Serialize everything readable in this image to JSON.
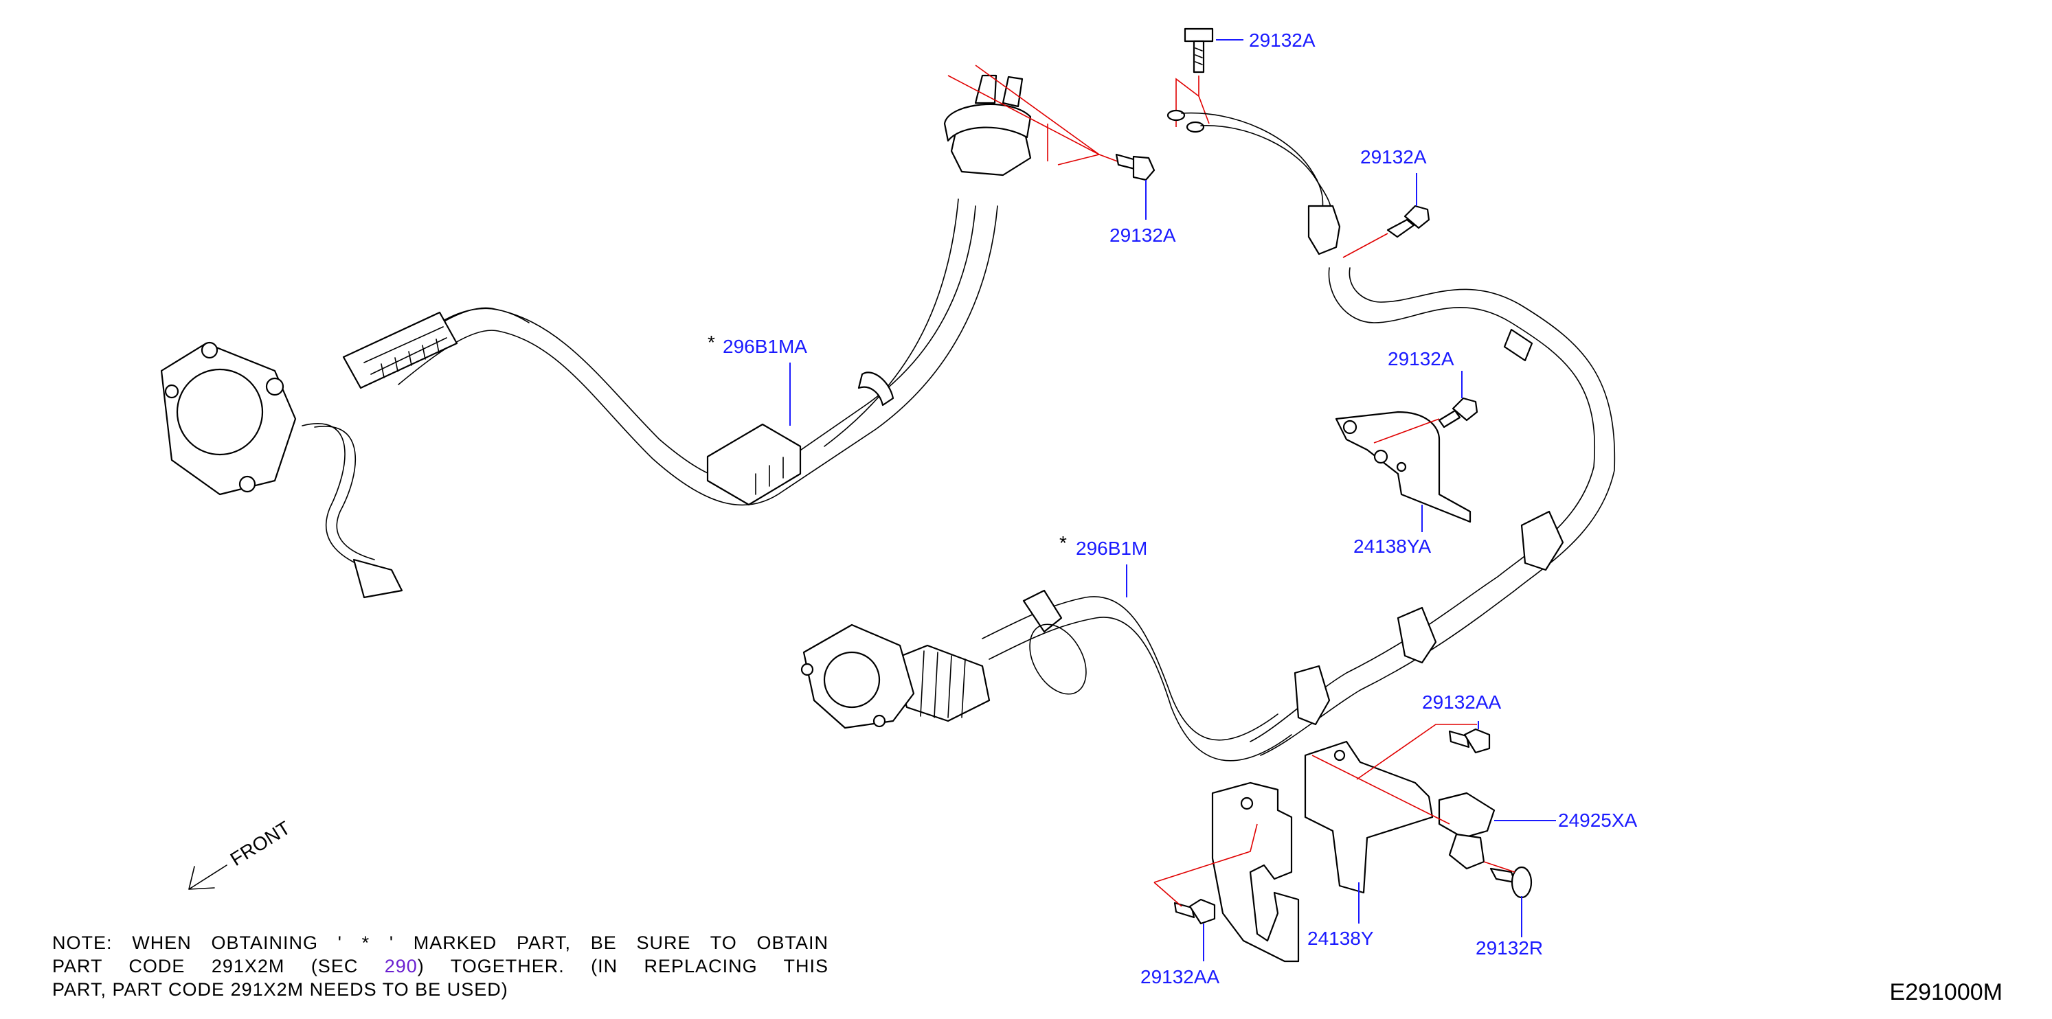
{
  "labels": {
    "part_29132A_top": "29132A",
    "part_29132A_left": "29132A",
    "part_29132A_right": "29132A",
    "part_29132A_mid": "29132A",
    "part_296B1MA": "296B1MA",
    "part_296B1M": "296B1M",
    "part_24138YA": "24138YA",
    "part_29132AA_right": "29132AA",
    "part_24925XA": "24925XA",
    "part_24138Y": "24138Y",
    "part_29132R": "29132R",
    "part_29132AA_bottom": "29132AA",
    "asterisk": "*",
    "front": "FRONT"
  },
  "note": {
    "line1": "NOTE:  WHEN  OBTAINING  '  *  '  MARKED  PART,  BE  SURE  TO  OBTAIN",
    "line2_a": "PART  CODE  291X2M  (SEC  ",
    "line2_link": "290",
    "line2_b": ")  TOGETHER.  (IN  REPLACING  THIS",
    "line3": "PART,  PART  CODE  291X2M  NEEDS  TO  BE  USED)"
  },
  "diagram_id": "E291000M",
  "colors": {
    "label": "#1a1aff",
    "leader_red": "#e00000",
    "link": "#6a1fd0",
    "ink": "#000000"
  }
}
